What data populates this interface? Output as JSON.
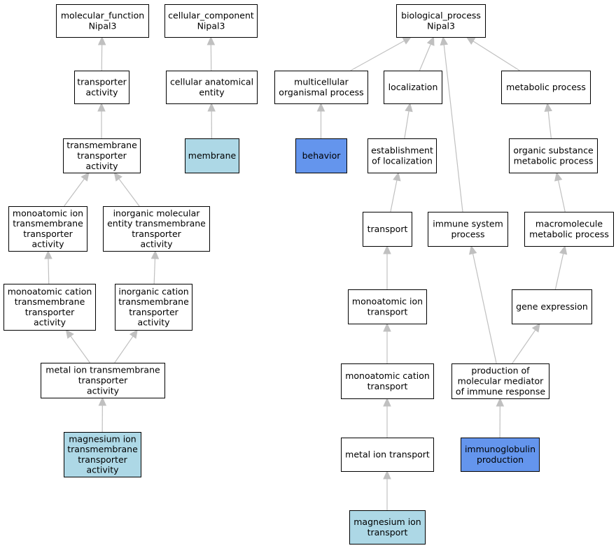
{
  "colors": {
    "default_fill": "#ffffff",
    "annotated_fill": "#add8e6",
    "highlight_fill": "#6495ed",
    "edge": "#c0c0c0",
    "border": "#000000"
  },
  "nodes": [
    {
      "id": "mf",
      "lines": [
        "molecular_function",
        "Nipal3"
      ],
      "style": "default"
    },
    {
      "id": "cc",
      "lines": [
        "cellular_component",
        "Nipal3"
      ],
      "style": "default"
    },
    {
      "id": "bp",
      "lines": [
        "biological_process",
        "Nipal3"
      ],
      "style": "default"
    },
    {
      "id": "ta",
      "lines": [
        "transporter",
        "activity"
      ],
      "style": "default"
    },
    {
      "id": "cae",
      "lines": [
        "cellular anatomical",
        "entity"
      ],
      "style": "default"
    },
    {
      "id": "mop",
      "lines": [
        "multicellular",
        "organismal process"
      ],
      "style": "default"
    },
    {
      "id": "loc",
      "lines": [
        "localization"
      ],
      "style": "default"
    },
    {
      "id": "metp",
      "lines": [
        "metabolic process"
      ],
      "style": "default"
    },
    {
      "id": "tmta",
      "lines": [
        "transmembrane",
        "transporter",
        "activity"
      ],
      "style": "default"
    },
    {
      "id": "mem",
      "lines": [
        "membrane"
      ],
      "style": "annotated"
    },
    {
      "id": "beh",
      "lines": [
        "behavior"
      ],
      "style": "highlight"
    },
    {
      "id": "eol",
      "lines": [
        "establishment",
        "of localization"
      ],
      "style": "default"
    },
    {
      "id": "osmp",
      "lines": [
        "organic substance",
        "metabolic process"
      ],
      "style": "default"
    },
    {
      "id": "mitta",
      "lines": [
        "monoatomic ion",
        "transmembrane",
        "transporter",
        "activity"
      ],
      "style": "default"
    },
    {
      "id": "imeta",
      "lines": [
        "inorganic molecular",
        "entity transmembrane",
        "transporter",
        "activity"
      ],
      "style": "default"
    },
    {
      "id": "tr",
      "lines": [
        "transport"
      ],
      "style": "default"
    },
    {
      "id": "isp",
      "lines": [
        "immune system",
        "process"
      ],
      "style": "default"
    },
    {
      "id": "mmp",
      "lines": [
        "macromolecule",
        "metabolic process"
      ],
      "style": "default"
    },
    {
      "id": "mcta",
      "lines": [
        "monoatomic cation",
        "transmembrane",
        "transporter",
        "activity"
      ],
      "style": "default"
    },
    {
      "id": "icta",
      "lines": [
        "inorganic cation",
        "transmembrane",
        "transporter",
        "activity"
      ],
      "style": "default"
    },
    {
      "id": "mit",
      "lines": [
        "monoatomic ion",
        "transport"
      ],
      "style": "default"
    },
    {
      "id": "ge",
      "lines": [
        "gene expression"
      ],
      "style": "default"
    },
    {
      "id": "mitta2",
      "lines": [
        "metal ion transmembrane",
        "transporter",
        "activity"
      ],
      "style": "default"
    },
    {
      "id": "mct",
      "lines": [
        "monoatomic cation",
        "transport"
      ],
      "style": "default"
    },
    {
      "id": "pmm",
      "lines": [
        "production of",
        "molecular mediator",
        "of immune response"
      ],
      "style": "default"
    },
    {
      "id": "mgta",
      "lines": [
        "magnesium ion",
        "transmembrane",
        "transporter",
        "activity"
      ],
      "style": "annotated"
    },
    {
      "id": "mitr",
      "lines": [
        "metal ion transport"
      ],
      "style": "default"
    },
    {
      "id": "igp",
      "lines": [
        "immunoglobulin",
        "production"
      ],
      "style": "highlight"
    },
    {
      "id": "mgt",
      "lines": [
        "magnesium ion",
        "transport"
      ],
      "style": "annotated"
    }
  ],
  "edges": [
    {
      "from": "ta",
      "to": "mf"
    },
    {
      "from": "cae",
      "to": "cc"
    },
    {
      "from": "mop",
      "to": "bp"
    },
    {
      "from": "loc",
      "to": "bp"
    },
    {
      "from": "isp",
      "to": "bp"
    },
    {
      "from": "metp",
      "to": "bp"
    },
    {
      "from": "tmta",
      "to": "ta"
    },
    {
      "from": "mem",
      "to": "cae"
    },
    {
      "from": "beh",
      "to": "mop"
    },
    {
      "from": "eol",
      "to": "loc"
    },
    {
      "from": "osmp",
      "to": "metp"
    },
    {
      "from": "mitta",
      "to": "tmta"
    },
    {
      "from": "imeta",
      "to": "tmta"
    },
    {
      "from": "tr",
      "to": "eol"
    },
    {
      "from": "mmp",
      "to": "osmp"
    },
    {
      "from": "mcta",
      "to": "mitta"
    },
    {
      "from": "icta",
      "to": "imeta"
    },
    {
      "from": "mit",
      "to": "tr"
    },
    {
      "from": "ge",
      "to": "mmp"
    },
    {
      "from": "mitta2",
      "to": "mcta"
    },
    {
      "from": "mitta2",
      "to": "icta"
    },
    {
      "from": "mct",
      "to": "mit"
    },
    {
      "from": "pmm",
      "to": "isp"
    },
    {
      "from": "pmm",
      "to": "ge"
    },
    {
      "from": "mgta",
      "to": "mitta2"
    },
    {
      "from": "mitr",
      "to": "mct"
    },
    {
      "from": "igp",
      "to": "pmm"
    },
    {
      "from": "mgt",
      "to": "mitr"
    }
  ]
}
